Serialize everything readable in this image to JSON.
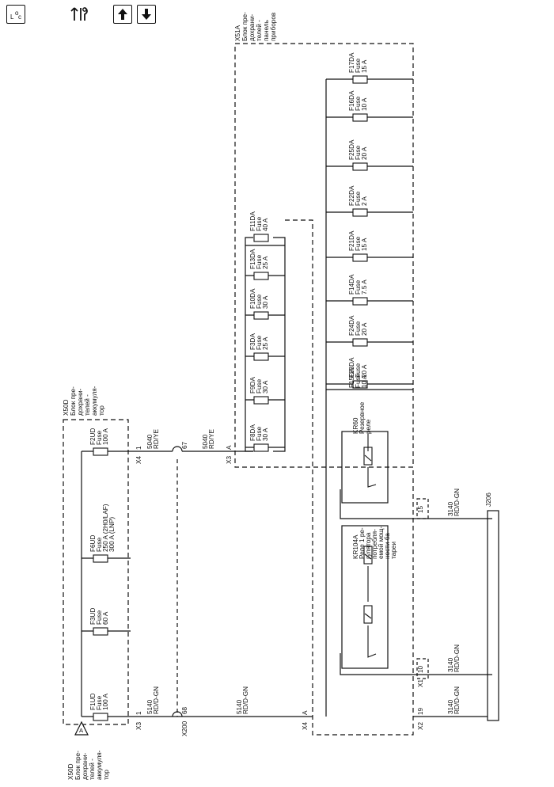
{
  "toolbar": {
    "buttons": [
      {
        "name": "legend-toggle-button",
        "icon": "loc-legend-icon"
      },
      {
        "name": "tools-button",
        "icon": "tools-icon"
      },
      {
        "name": "page-up-button",
        "icon": "arrow-up-icon"
      },
      {
        "name": "page-down-button",
        "icon": "arrow-down-icon"
      }
    ]
  },
  "blocks": {
    "x50d_top": [
      "X50D",
      "Блок пре-",
      "дохрани-",
      "телей -",
      "аккумуля-",
      "тор"
    ],
    "x50d_bottom": [
      "X50D",
      "Блок пре-",
      "дохрани-",
      "телей -",
      "аккумуля-",
      "тор"
    ],
    "x51a": [
      "X51A",
      "Блок пре-",
      "дохрани-",
      "телей -",
      "панель",
      "приборов"
    ]
  },
  "fuses_x50d": [
    {
      "lines": [
        "F2UD",
        "Fuse",
        "100 A"
      ]
    },
    {
      "lines": [
        "F6UD",
        "Fuse",
        "250 A (2H0/LAF)",
        "300 A (LNP)"
      ]
    },
    {
      "lines": [
        "F3UD",
        "Fuse",
        "60 A"
      ]
    },
    {
      "lines": [
        "F1UD",
        "Fuse",
        "100 A"
      ]
    }
  ],
  "fuses_x51a_left": [
    {
      "lines": [
        "F11DA",
        "Fuse",
        "40 A"
      ]
    },
    {
      "lines": [
        "F13DA",
        "Fuse",
        "25 A"
      ]
    },
    {
      "lines": [
        "F10DA",
        "Fuse",
        "30 A"
      ]
    },
    {
      "lines": [
        "F3DA",
        "Fuse",
        "25 A"
      ]
    },
    {
      "lines": [
        "F9DA",
        "Fuse",
        "30 A"
      ]
    },
    {
      "lines": [
        "F8DA",
        "Fuse",
        "30 A"
      ]
    }
  ],
  "fuses_x51a_right": [
    {
      "lines": [
        "F17DA",
        "Fuse",
        "15 A"
      ]
    },
    {
      "lines": [
        "F16DA",
        "Fuse",
        "10 A"
      ]
    },
    {
      "lines": [
        "F25DA",
        "Fuse",
        "20 A"
      ]
    },
    {
      "lines": [
        "F22DA",
        "Fuse",
        "2 A"
      ]
    },
    {
      "lines": [
        "F21DA",
        "Fuse",
        "15 A"
      ]
    },
    {
      "lines": [
        "F14DA",
        "Fuse",
        "7.5 A"
      ]
    },
    {
      "lines": [
        "F24DA",
        "Fuse",
        "20 A"
      ]
    },
    {
      "lines": [
        "F23DA",
        "Fuse",
        "20 A"
      ]
    },
    {
      "lines": [
        "F15DA",
        "Fuse",
        "10 A"
      ]
    }
  ],
  "relays": {
    "kr60": [
      "KR60",
      "Резервное",
      "реле"
    ],
    "kr104a": [
      "KR104A",
      "Реле 1 ре-",
      "гулятора",
      "потребля-",
      "емой мощ-",
      "ности ба-",
      "тареи"
    ]
  },
  "wires": {
    "w5040_a": [
      "5040",
      "RD/YE"
    ],
    "w5040_b": [
      "5040",
      "RD/YE"
    ],
    "w5140_a": [
      "5140",
      "RD/D-GN"
    ],
    "w5140_b": [
      "5140",
      "RD/D-GN"
    ],
    "w3140_top": [
      "3140",
      "RD/D-GN"
    ],
    "w3140_mid": [
      "3140",
      "RD/D-GN"
    ],
    "w3140_bot": [
      "3140",
      "RD/D-GN"
    ]
  },
  "connectors": {
    "x4_top": "X4",
    "pin1_top": "1",
    "x3_bot": "X3",
    "pin1_bot": "1",
    "x3_mid": "X3",
    "pinA_mid": "A",
    "x4_mid": "X4",
    "pinA_low": "A",
    "x200": "X200",
    "pin67": "67",
    "pin68": "68",
    "x1": "X1",
    "pin10": "10",
    "x2": "X2",
    "pin19": "19",
    "pin15": "15",
    "j206": "J206"
  }
}
